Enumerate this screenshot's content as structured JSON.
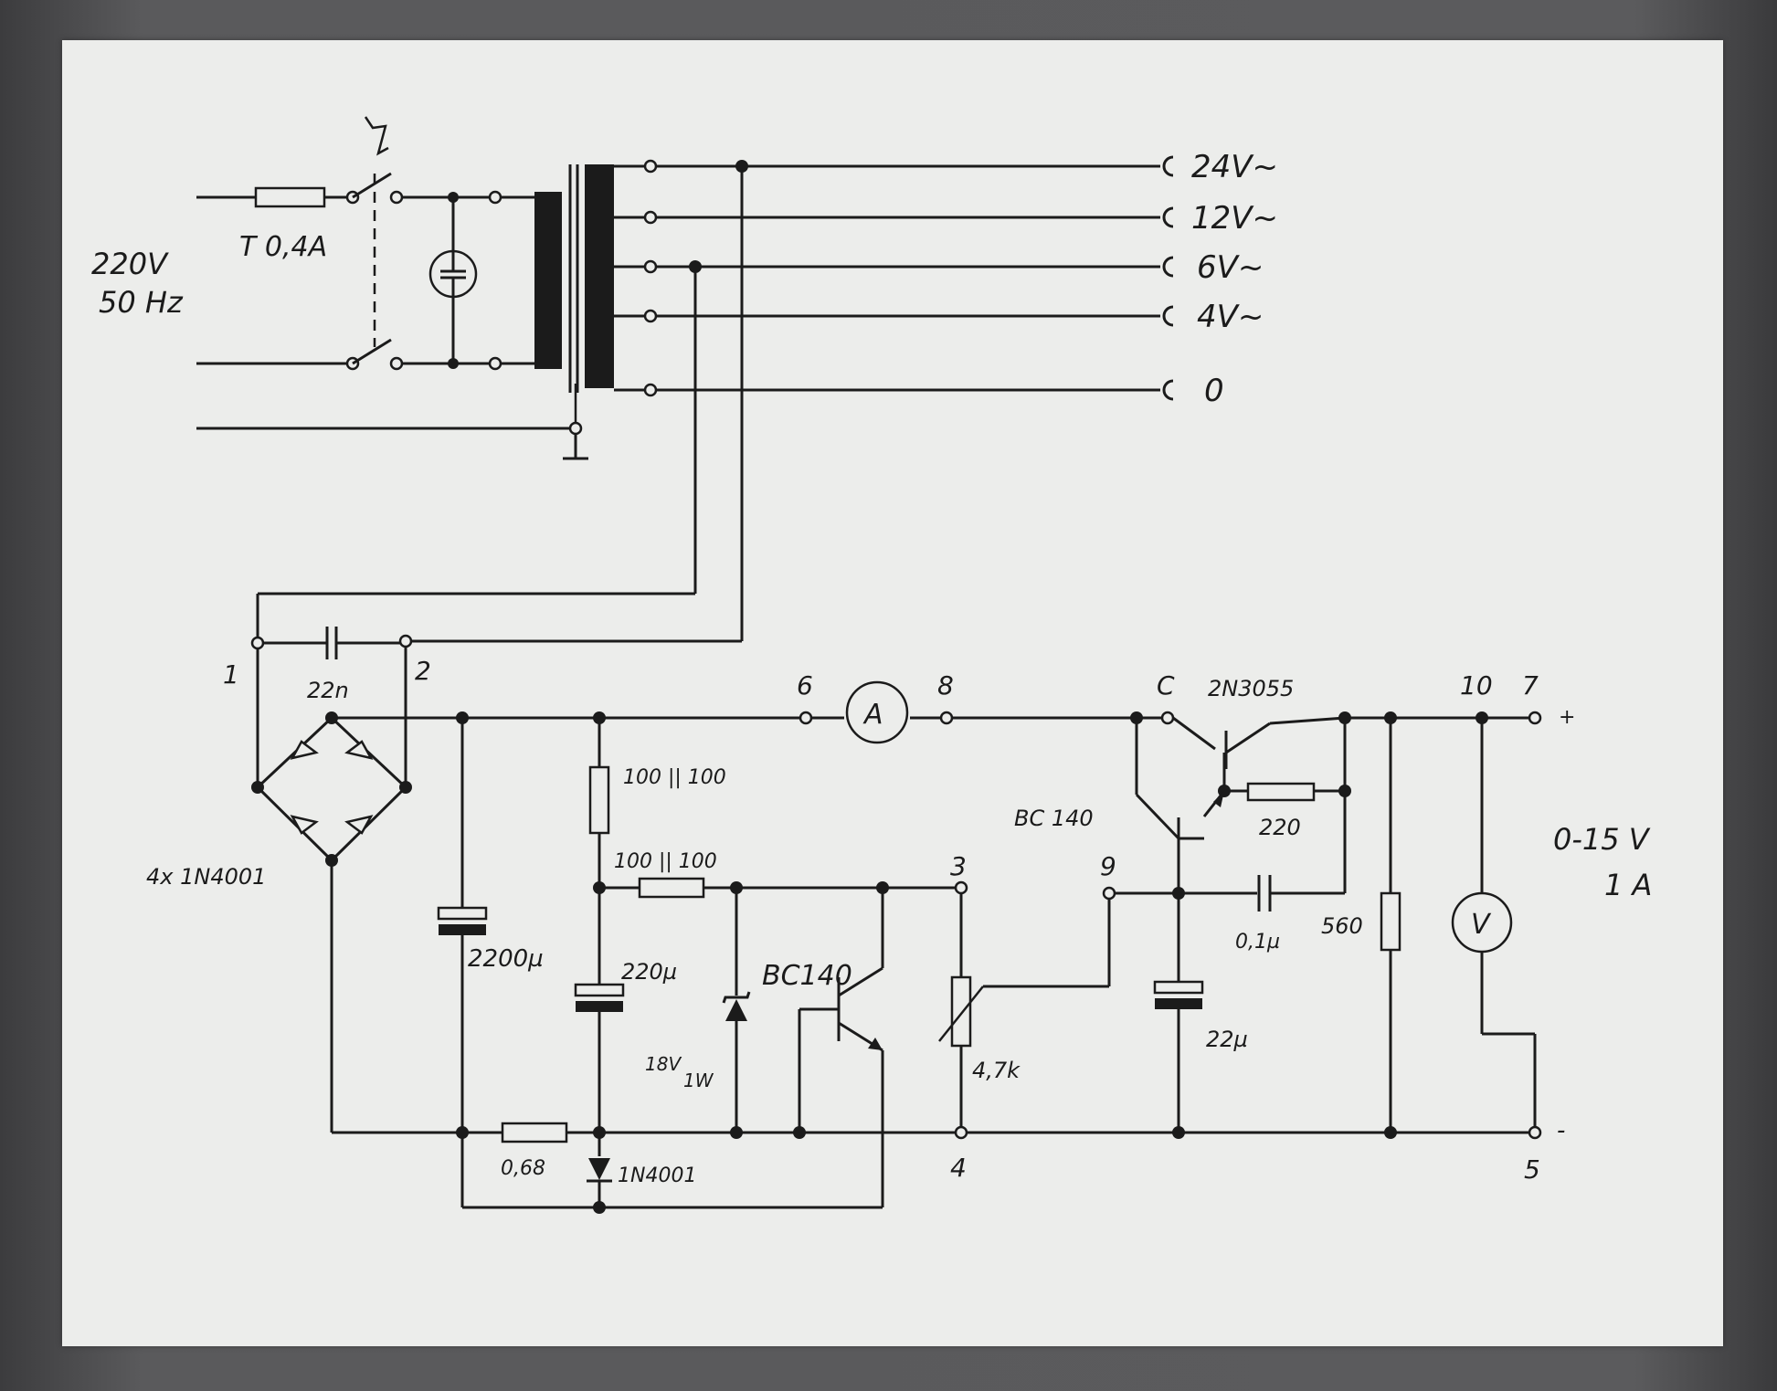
{
  "mains": {
    "voltage": "220V",
    "frequency": "50 Hz",
    "fuse": "T 0,4A"
  },
  "outputs": [
    "24V~",
    "12V~",
    "6V~",
    "4V~",
    "0"
  ],
  "bridge": {
    "nodes": [
      "1",
      "2"
    ],
    "capacitor": "22n",
    "diodes": "4x 1N4001"
  },
  "meters": {
    "ammeter": "A",
    "voltmeter": "V"
  },
  "terminals": {
    "t6": "6",
    "t8": "8",
    "t3": "3",
    "t4": "4",
    "t9": "9",
    "t10": "10",
    "t7": "7",
    "t5": "5",
    "collector": "C",
    "plus": "+",
    "minus": "-"
  },
  "components": {
    "filter_cap": "2200µ",
    "r_top": "100 || 100",
    "r_mid": "100 || 100",
    "cap_220": "220µ",
    "zener": "18V",
    "zener_power": "1W",
    "q_left": "BC140",
    "pot": "4,7k",
    "r_sense": "0,68",
    "diode_bottom": "1N4001",
    "q_power": "2N3055",
    "q_driver": "BC 140",
    "r_220": "220",
    "cap_01": "0,1µ",
    "cap_22": "22µ",
    "r_560": "560"
  },
  "output_rating": {
    "voltage": "0-15 V",
    "current": "1 A"
  }
}
